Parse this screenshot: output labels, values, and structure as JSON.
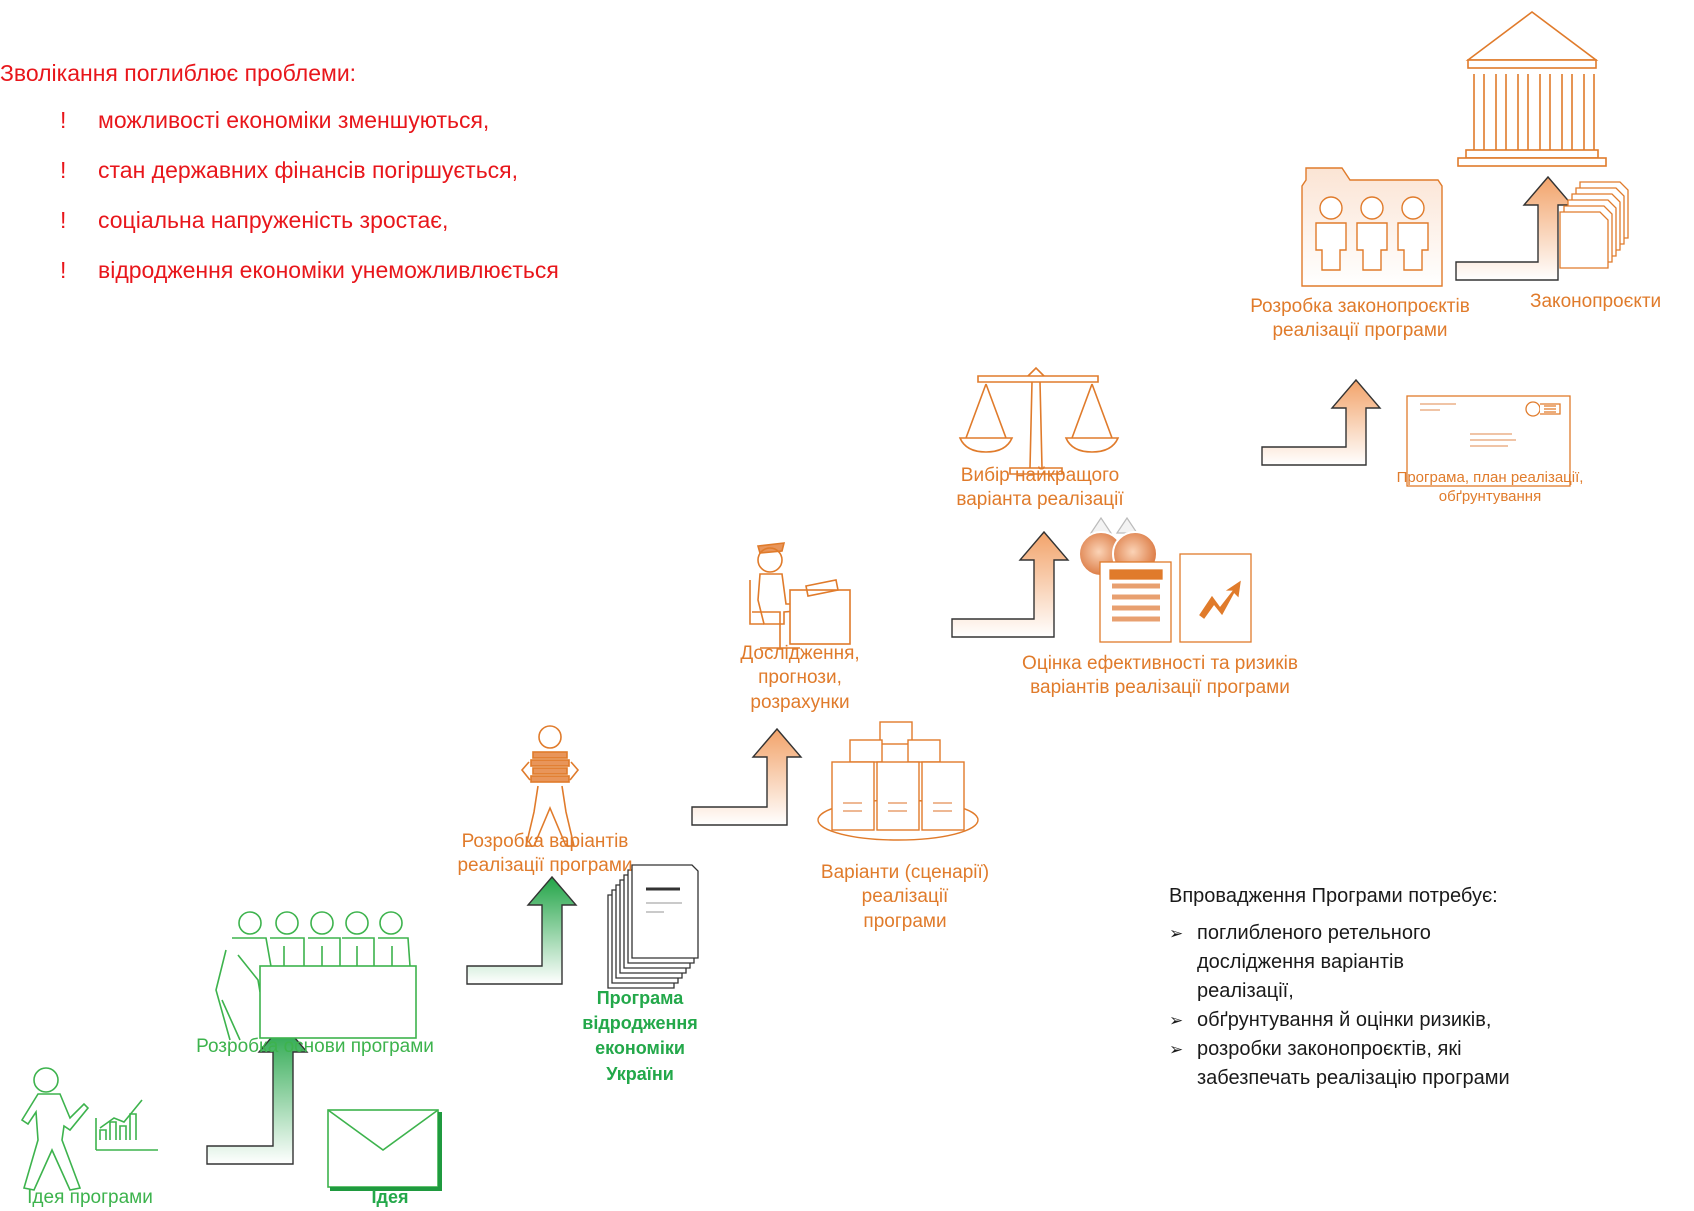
{
  "problems": {
    "title": "Зволікання поглиблює проблеми:",
    "bullet": "!",
    "items": [
      "можливості економіки зменшуються,",
      "стан державних фінансів погіршується,",
      "соціальна напруженість зростає,",
      "відродження економіки унеможливлюється"
    ]
  },
  "steps": {
    "idea": "Ідея програми",
    "basis": "Розробка основи програми",
    "variants_dev": "Розробка варіантів\nреалізації програми",
    "research": "Дослідження,\nпрогнози,\nрозрахунки",
    "best_choice": "Вибір найкращого\nваріанта реалізації",
    "bills_dev": "Розробка законопроєктів\nреалізації програми"
  },
  "outputs": {
    "idea_doc": "Ідея",
    "program_doc": "Програма\nвідродження\nекономіки\nУкраїни",
    "scenarios": "Варіанти (сценарії)\nреалізації\nпрограми",
    "evaluation": "Оцінка ефективності та ризиків\nваріантів реалізації програми",
    "plan_doc": "Програма, план реалізації,\nобґрунтування",
    "bills": "Законопроєкти"
  },
  "requirements": {
    "title": "Впровадження Програми потребує:",
    "bullet": "➢",
    "items": [
      "поглибленого ретельного дослідження варіантів реалізації,",
      "обґрунтування й оцінки ризиків,",
      "розробки законопроєктів, які забезпечать реалізацію програми"
    ]
  },
  "colors": {
    "green": "#3db34d",
    "orange": "#e07b2b",
    "red": "#e8161b",
    "gray": "#555555"
  }
}
